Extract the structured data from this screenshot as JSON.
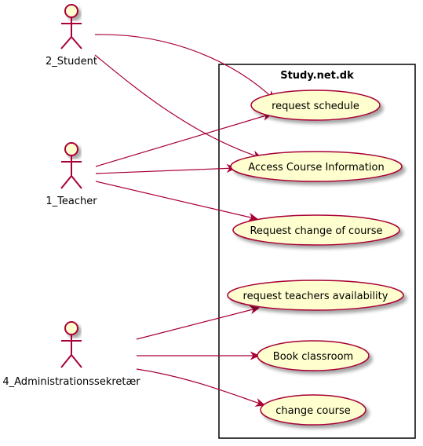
{
  "colors": {
    "actor_fill": "#FEFECE",
    "actor_stroke": "#A80036",
    "usecase_fill": "#FEFECE",
    "usecase_stroke": "#A80036",
    "arrow": "#A80036",
    "boundary_stroke": "#000000",
    "shadow": "#D6D6D6"
  },
  "boundary": {
    "title": "Study.net.dk"
  },
  "actors": [
    {
      "id": "student",
      "label": "2_Student"
    },
    {
      "id": "teacher",
      "label": "1_Teacher"
    },
    {
      "id": "admin",
      "label": "4_Administrationssekretær"
    }
  ],
  "usecases": [
    {
      "id": "schedule",
      "label": "request schedule"
    },
    {
      "id": "access",
      "label": "Access Course Information"
    },
    {
      "id": "change_req",
      "label": "Request change of  course"
    },
    {
      "id": "availability",
      "label": "request teachers availability"
    },
    {
      "id": "book",
      "label": "Book classroom"
    },
    {
      "id": "change",
      "label": "change course"
    }
  ],
  "associations": [
    {
      "from": "student",
      "to": "schedule"
    },
    {
      "from": "student",
      "to": "access"
    },
    {
      "from": "teacher",
      "to": "schedule"
    },
    {
      "from": "teacher",
      "to": "access"
    },
    {
      "from": "teacher",
      "to": "change_req"
    },
    {
      "from": "admin",
      "to": "availability"
    },
    {
      "from": "admin",
      "to": "book"
    },
    {
      "from": "admin",
      "to": "change"
    }
  ]
}
